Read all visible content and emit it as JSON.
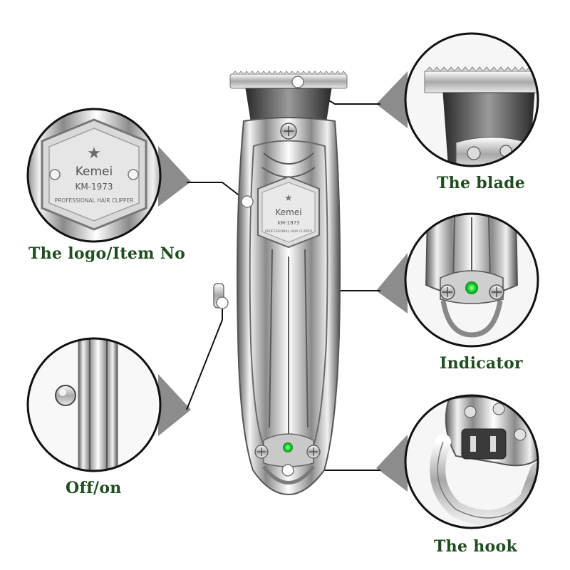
{
  "product": {
    "brand": "Kemei",
    "model": "KM-1973",
    "descriptor": "PROFESSIONAL HAIR CLIPPER"
  },
  "callouts": {
    "logo": "The logo/Item No",
    "blade": "The blade",
    "switch": "Off/on",
    "indicator": "Indicator",
    "hook": "The hook"
  },
  "colors": {
    "label_text": "#1f4d1f",
    "indicator_led": "#22dd33",
    "metal": "#c8c8c8"
  }
}
